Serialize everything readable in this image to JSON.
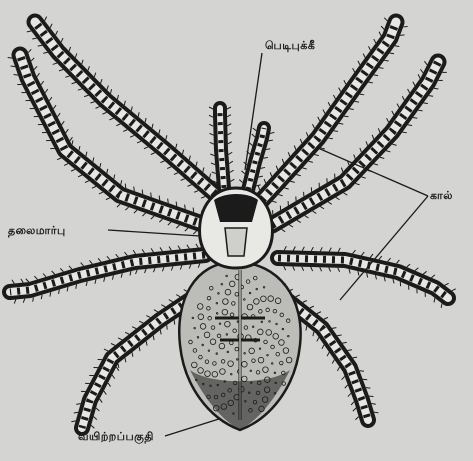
{
  "labels": {
    "pedipalp": "பெடிபுக்கீ",
    "leg": "கால்",
    "cephalothorax": "தலைமார்பு",
    "abdomen": "வயிற்றப்பகுதி"
  },
  "colors": {
    "background": "#d4d4d2",
    "ink": "#1b1b1b",
    "body_fill": "#bcbcb8"
  }
}
